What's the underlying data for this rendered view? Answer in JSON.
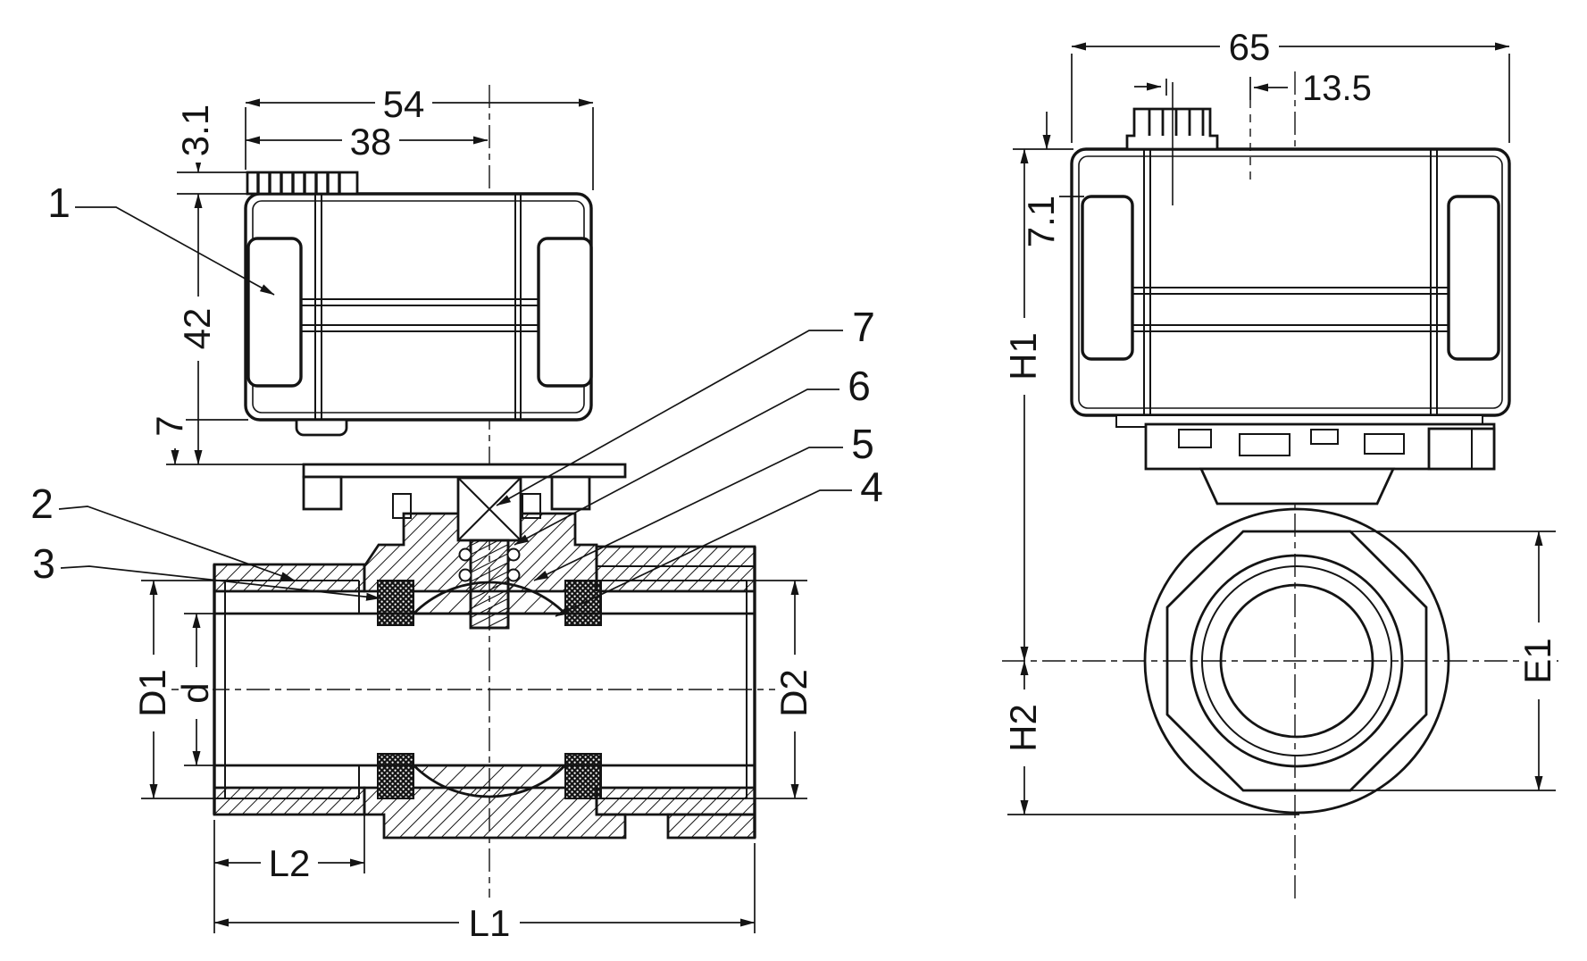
{
  "colors": {
    "ink": "#141414",
    "paper": "#ffffff"
  },
  "front_view": {
    "dims": {
      "actuator_width": "54",
      "actuator_width_to_axis": "38",
      "terminal_cap_height": "3.1",
      "actuator_height": "42",
      "mounting_gap": "7",
      "inlet_outer_dia": "D1",
      "bore_dia": "d",
      "outlet_outer_dia": "D2",
      "thread_length": "L2",
      "overall_length": "L1"
    },
    "callouts": {
      "c1": "1",
      "c2": "2",
      "c3": "3",
      "c4": "4",
      "c5": "5",
      "c6": "6",
      "c7": "7"
    }
  },
  "side_view": {
    "dims": {
      "actuator_depth": "65",
      "conduit_offset": "13.5",
      "cover_step_height": "7.1",
      "height_above_axis": "H1",
      "height_below_axis": "H2",
      "hex_across_flats": "E1"
    }
  }
}
